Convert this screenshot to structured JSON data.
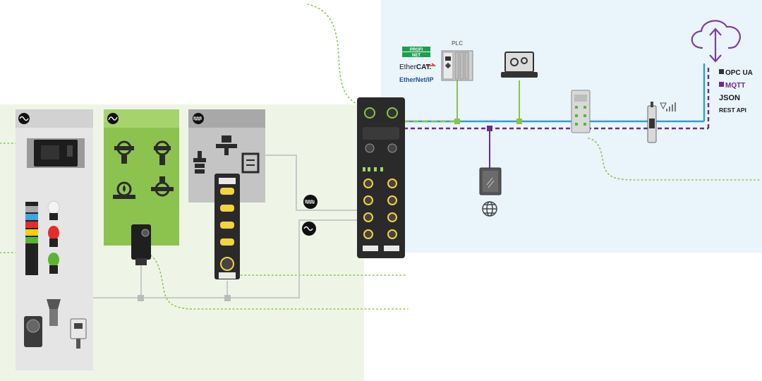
{
  "protocols": {
    "profinet_line1": "PROFI",
    "profinet_line2": "NET",
    "ethercat_prefix": "Ether",
    "ethercat_suffix": "CAT.",
    "ethernetip": "EtherNet/IP"
  },
  "plc_label": "PLC",
  "cloud_protocols": [
    "OPC UA",
    "MQTT",
    "JSON",
    "REST API"
  ],
  "colors": {
    "it_zone": "#eaf4fb",
    "ot_zone": "#eef5e6",
    "ethernet_blue": "#2b9fd9",
    "ethernet_green": "#8bc34a",
    "iot_purple": "#6a2c8e",
    "panel_gray": "#e5e5e5",
    "panel_green": "#8cc34f",
    "panel_darkgray": "#c4c4c4",
    "panel_header_gray": "#d2d2d2",
    "device_dark": "#2a2a2a",
    "port_yellow": "#f2d43c"
  },
  "icons": [
    "analog-signal-icon",
    "sine-signal-icon",
    "digital-pulse-icon",
    "flow-meter-icon",
    "pressure-sensor-icon",
    "level-sensor-icon",
    "cloud-upload-download-icon",
    "laptop-gear-icon",
    "globe-icon",
    "wireless-tablet-icon",
    "signal-antenna-icon",
    "stack-light-icon",
    "rfid-reader-icon"
  ]
}
